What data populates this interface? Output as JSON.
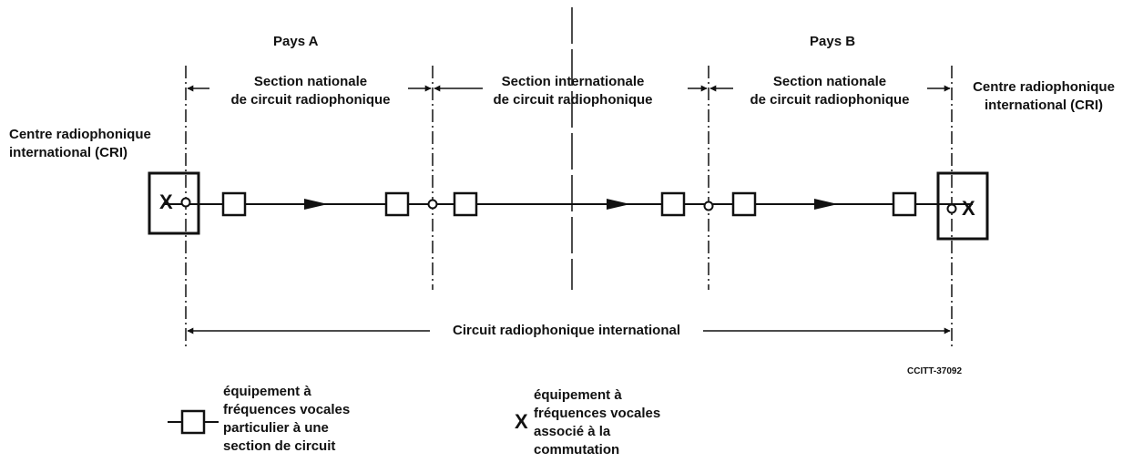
{
  "countries": {
    "a": "Pays A",
    "b": "Pays B"
  },
  "sections": {
    "national_left": [
      "Section nationale",
      "de circuit radiophonique"
    ],
    "international": [
      "Section internationale",
      "de circuit radiophonique"
    ],
    "national_right": [
      "Section nationale",
      "de circuit radiophonique"
    ]
  },
  "centres": {
    "left": [
      "Centre radiophonique",
      "international (CRI)"
    ],
    "right": [
      "Centre radiophonique",
      "international (CRI)"
    ]
  },
  "circuit_label": "Circuit radiophonique international",
  "reference": "CCITT-37092",
  "switch_symbol": "X",
  "legend": {
    "box": {
      "icon": "square-box-on-line",
      "text": [
        "équipement à",
        "fréquences vocales",
        "particulier à une",
        "section de circuit"
      ]
    },
    "switch": {
      "symbol": "X",
      "text": [
        "équipement à",
        "fréquences vocales",
        "associé à la",
        "commutation"
      ]
    }
  }
}
